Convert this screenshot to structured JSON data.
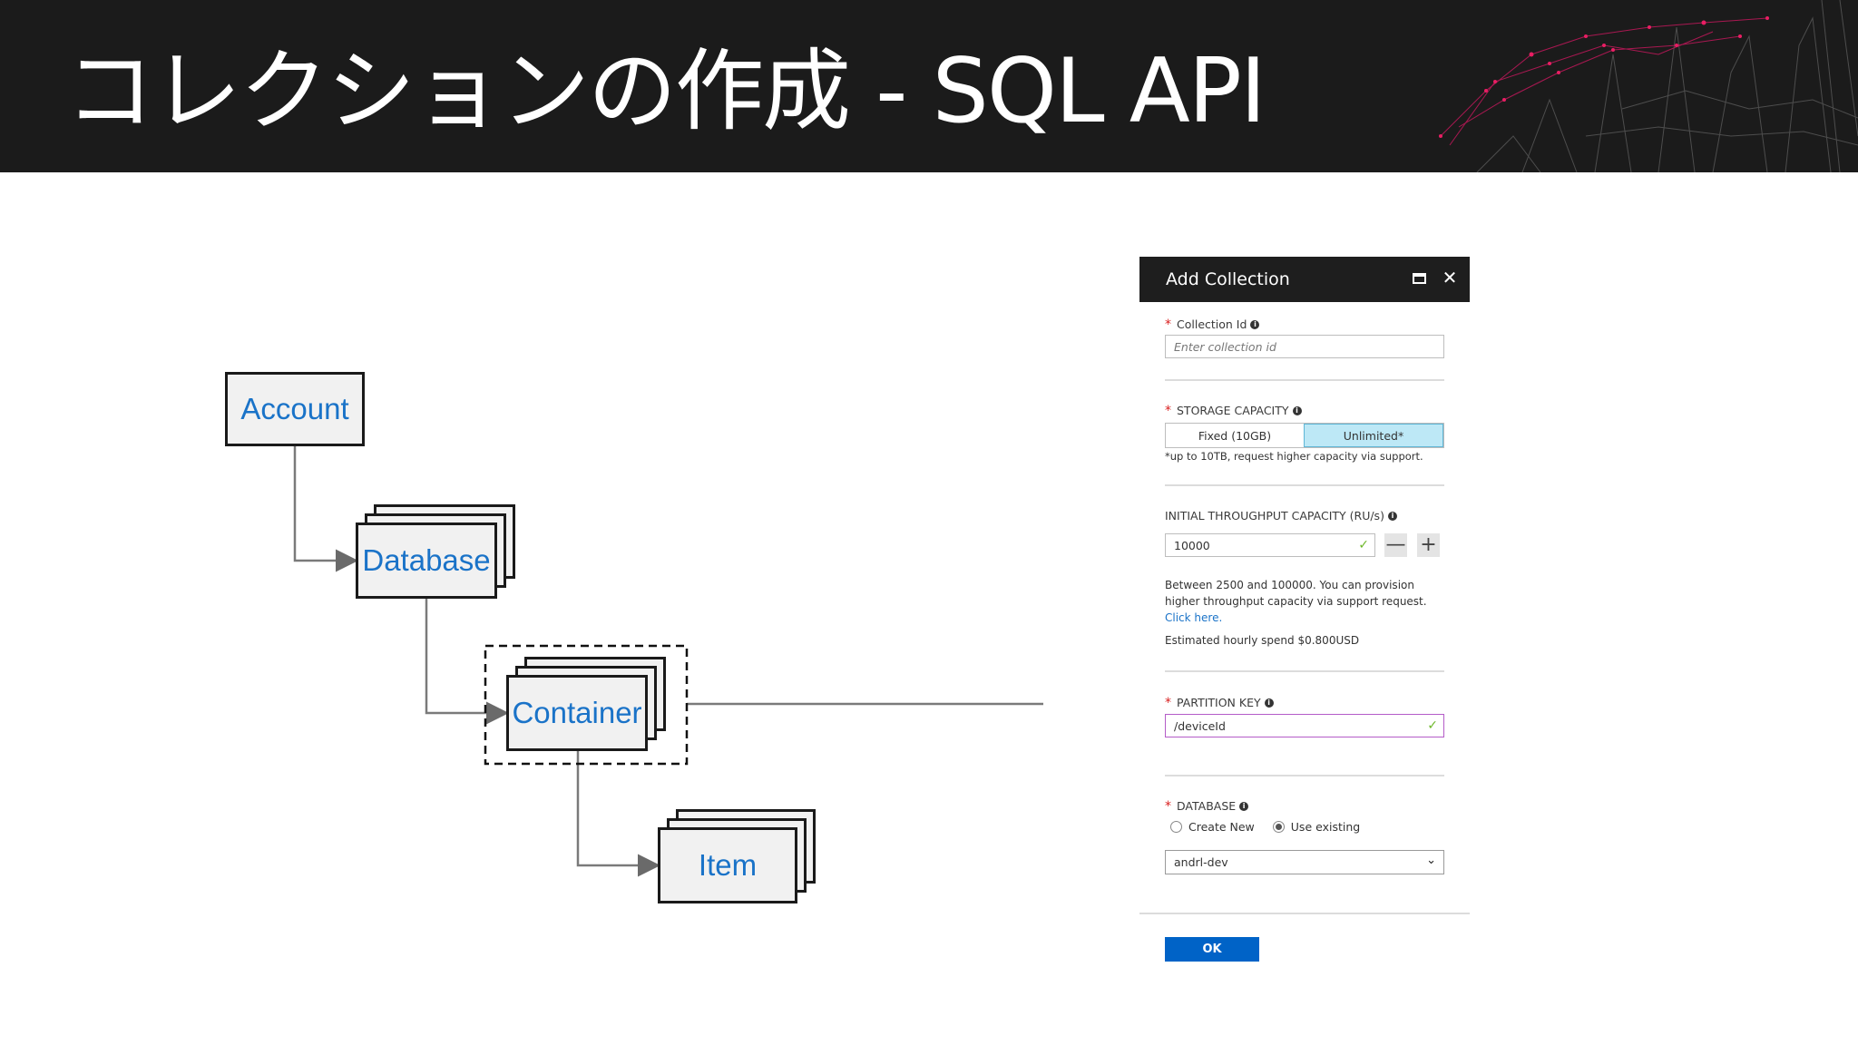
{
  "slide": {
    "title": "コレクションの作成 - SQL API"
  },
  "diagram": {
    "nodes": {
      "account": "Account",
      "database": "Database",
      "container": "Container",
      "item": "Item"
    }
  },
  "panel": {
    "title": "Add Collection",
    "collection_id": {
      "label": "Collection Id",
      "placeholder": "Enter collection id",
      "value": ""
    },
    "storage_capacity": {
      "label": "STORAGE CAPACITY",
      "options": [
        "Fixed (10GB)",
        "Unlimited*"
      ],
      "selected": "Unlimited*",
      "note": "*up to 10TB, request higher capacity via support."
    },
    "throughput": {
      "label": "INITIAL THROUGHPUT CAPACITY (RU/s)",
      "value": "10000",
      "range_line1": "Between 2500 and 100000. You can provision",
      "range_line2": "higher throughput capacity via support request.",
      "link": "Click here.",
      "estimate": "Estimated hourly spend $0.800USD"
    },
    "partition_key": {
      "label": "PARTITION KEY",
      "value": "/deviceId"
    },
    "database": {
      "label": "DATABASE",
      "radio_create": "Create New",
      "radio_existing": "Use existing",
      "selected_value": "andrl-dev"
    },
    "ok_label": "OK"
  },
  "colors": {
    "header_bg": "#1b1b1b",
    "node_text": "#1a73c8",
    "ok_button": "#0063c7",
    "selected_segment": "#bde8f6",
    "partition_border": "#b45cc8"
  },
  "icons": [
    "maximize-icon",
    "close-icon",
    "info-icon",
    "check-icon",
    "minus-icon",
    "plus-icon",
    "chevron-down-icon",
    "arrow-right-icon"
  ]
}
